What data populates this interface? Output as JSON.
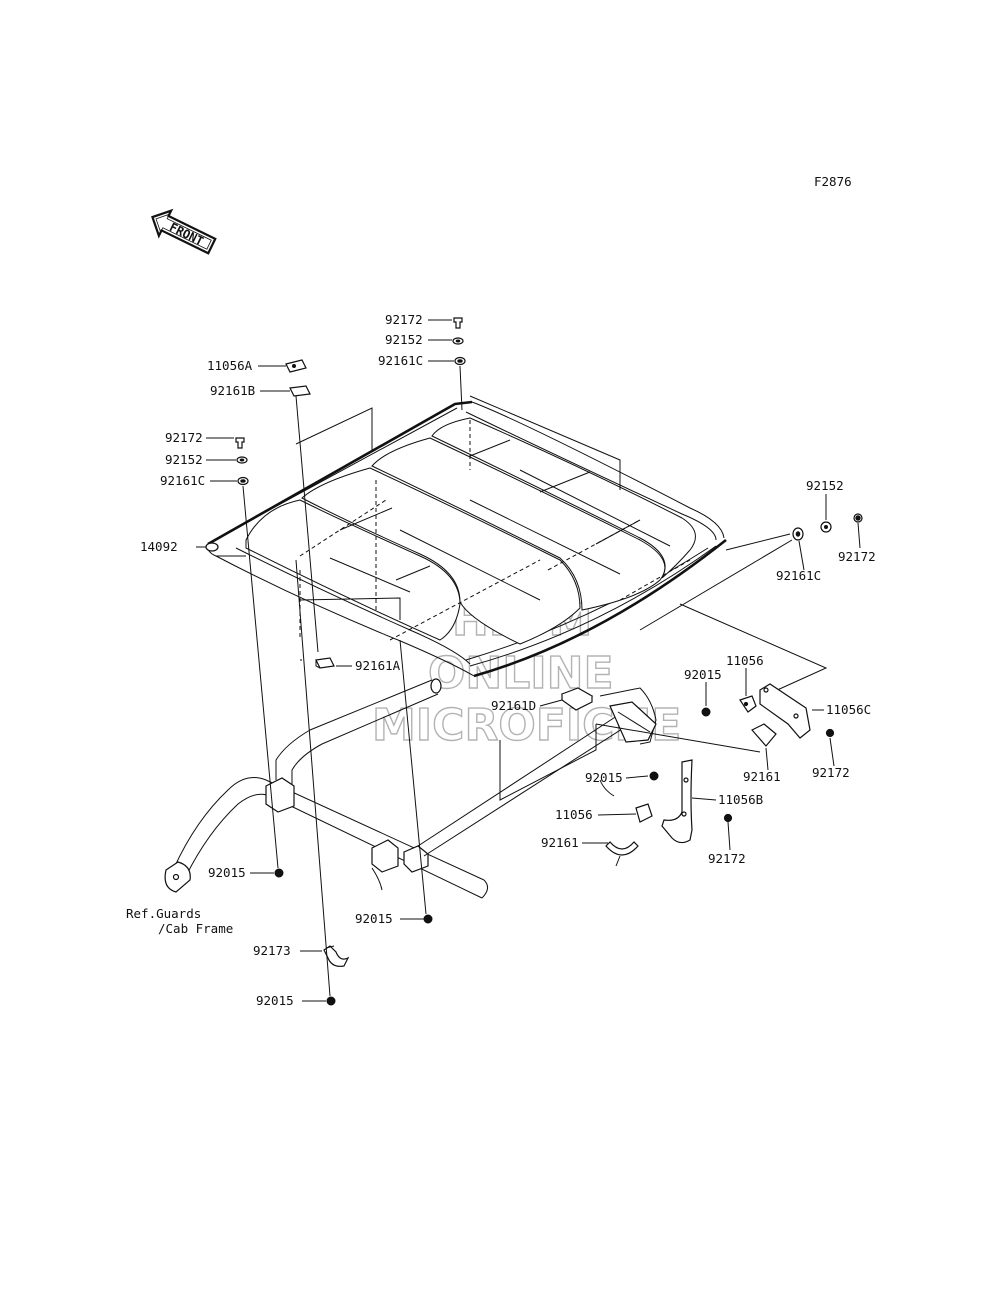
{
  "diagram": {
    "figure_code": "F2876",
    "front_arrow_label": "FRONT",
    "watermark": [
      "HLSM",
      "ONLINE",
      "MICROFICHE"
    ],
    "reference_note": [
      "Ref.Guards",
      "/Cab Frame"
    ],
    "callouts": [
      {
        "id": "c01",
        "label": "92172"
      },
      {
        "id": "c02",
        "label": "92152"
      },
      {
        "id": "c03",
        "label": "92161C"
      },
      {
        "id": "c04",
        "label": "11056A"
      },
      {
        "id": "c05",
        "label": "92161B"
      },
      {
        "id": "c06",
        "label": "92172"
      },
      {
        "id": "c07",
        "label": "92152"
      },
      {
        "id": "c08",
        "label": "92161C"
      },
      {
        "id": "c09",
        "label": "14092"
      },
      {
        "id": "c10",
        "label": "92152"
      },
      {
        "id": "c11",
        "label": "92172"
      },
      {
        "id": "c12",
        "label": "92161C"
      },
      {
        "id": "c13",
        "label": "92161A"
      },
      {
        "id": "c14",
        "label": "92015"
      },
      {
        "id": "c15",
        "label": "11056"
      },
      {
        "id": "c16",
        "label": "11056C"
      },
      {
        "id": "c17",
        "label": "92161D"
      },
      {
        "id": "c18",
        "label": "92161"
      },
      {
        "id": "c19",
        "label": "92172"
      },
      {
        "id": "c20",
        "label": "92015"
      },
      {
        "id": "c21",
        "label": "11056B"
      },
      {
        "id": "c22",
        "label": "11056"
      },
      {
        "id": "c23",
        "label": "92161"
      },
      {
        "id": "c24",
        "label": "92172"
      },
      {
        "id": "c25",
        "label": "92015"
      },
      {
        "id": "c26",
        "label": "92015"
      },
      {
        "id": "c27",
        "label": "92173"
      },
      {
        "id": "c28",
        "label": "92015"
      }
    ]
  }
}
